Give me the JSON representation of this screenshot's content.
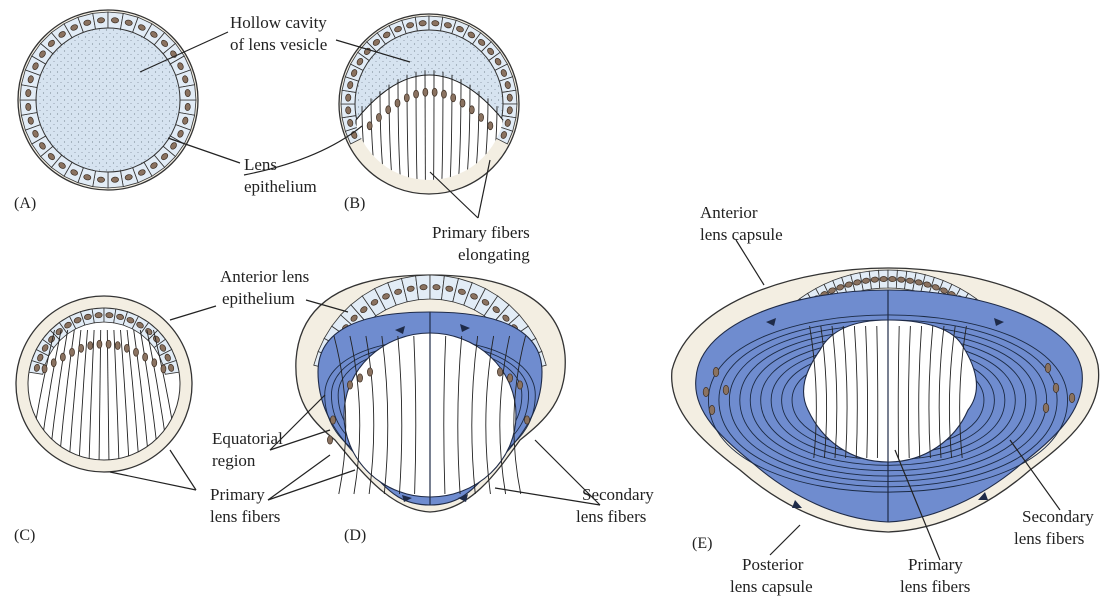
{
  "figure": {
    "panels": [
      {
        "id": "A",
        "label": "(A)"
      },
      {
        "id": "B",
        "label": "(B)"
      },
      {
        "id": "C",
        "label": "(C)"
      },
      {
        "id": "D",
        "label": "(D)"
      },
      {
        "id": "E",
        "label": "(E)"
      }
    ],
    "labels": {
      "hollow_cavity_1": "Hollow cavity",
      "hollow_cavity_2": "of lens vesicle",
      "lens_epithelium_1": "Lens",
      "lens_epithelium_2": "epithelium",
      "primary_elongating_1": "Primary fibers",
      "primary_elongating_2": "elongating",
      "anterior_epithelium_1": "Anterior lens",
      "anterior_epithelium_2": "epithelium",
      "equatorial_1": "Equatorial",
      "equatorial_2": "region",
      "primary_lens_fibers_1": "Primary",
      "primary_lens_fibers_2": "lens fibers",
      "secondary_d_1": "Secondary",
      "secondary_d_2": "lens fibers",
      "anterior_capsule_1": "Anterior",
      "anterior_capsule_2": "lens capsule",
      "posterior_capsule_1": "Posterior",
      "posterior_capsule_2": "lens capsule",
      "primary_e_1": "Primary",
      "primary_e_2": "lens fibers",
      "secondary_e_1": "Secondary",
      "secondary_e_2": "lens fibers"
    },
    "colors": {
      "fiber_blue": "#6f8ccf",
      "cell_fill": "#e2ecf6",
      "nucleus": "#8a7260",
      "capsule": "#f3eee2"
    }
  }
}
